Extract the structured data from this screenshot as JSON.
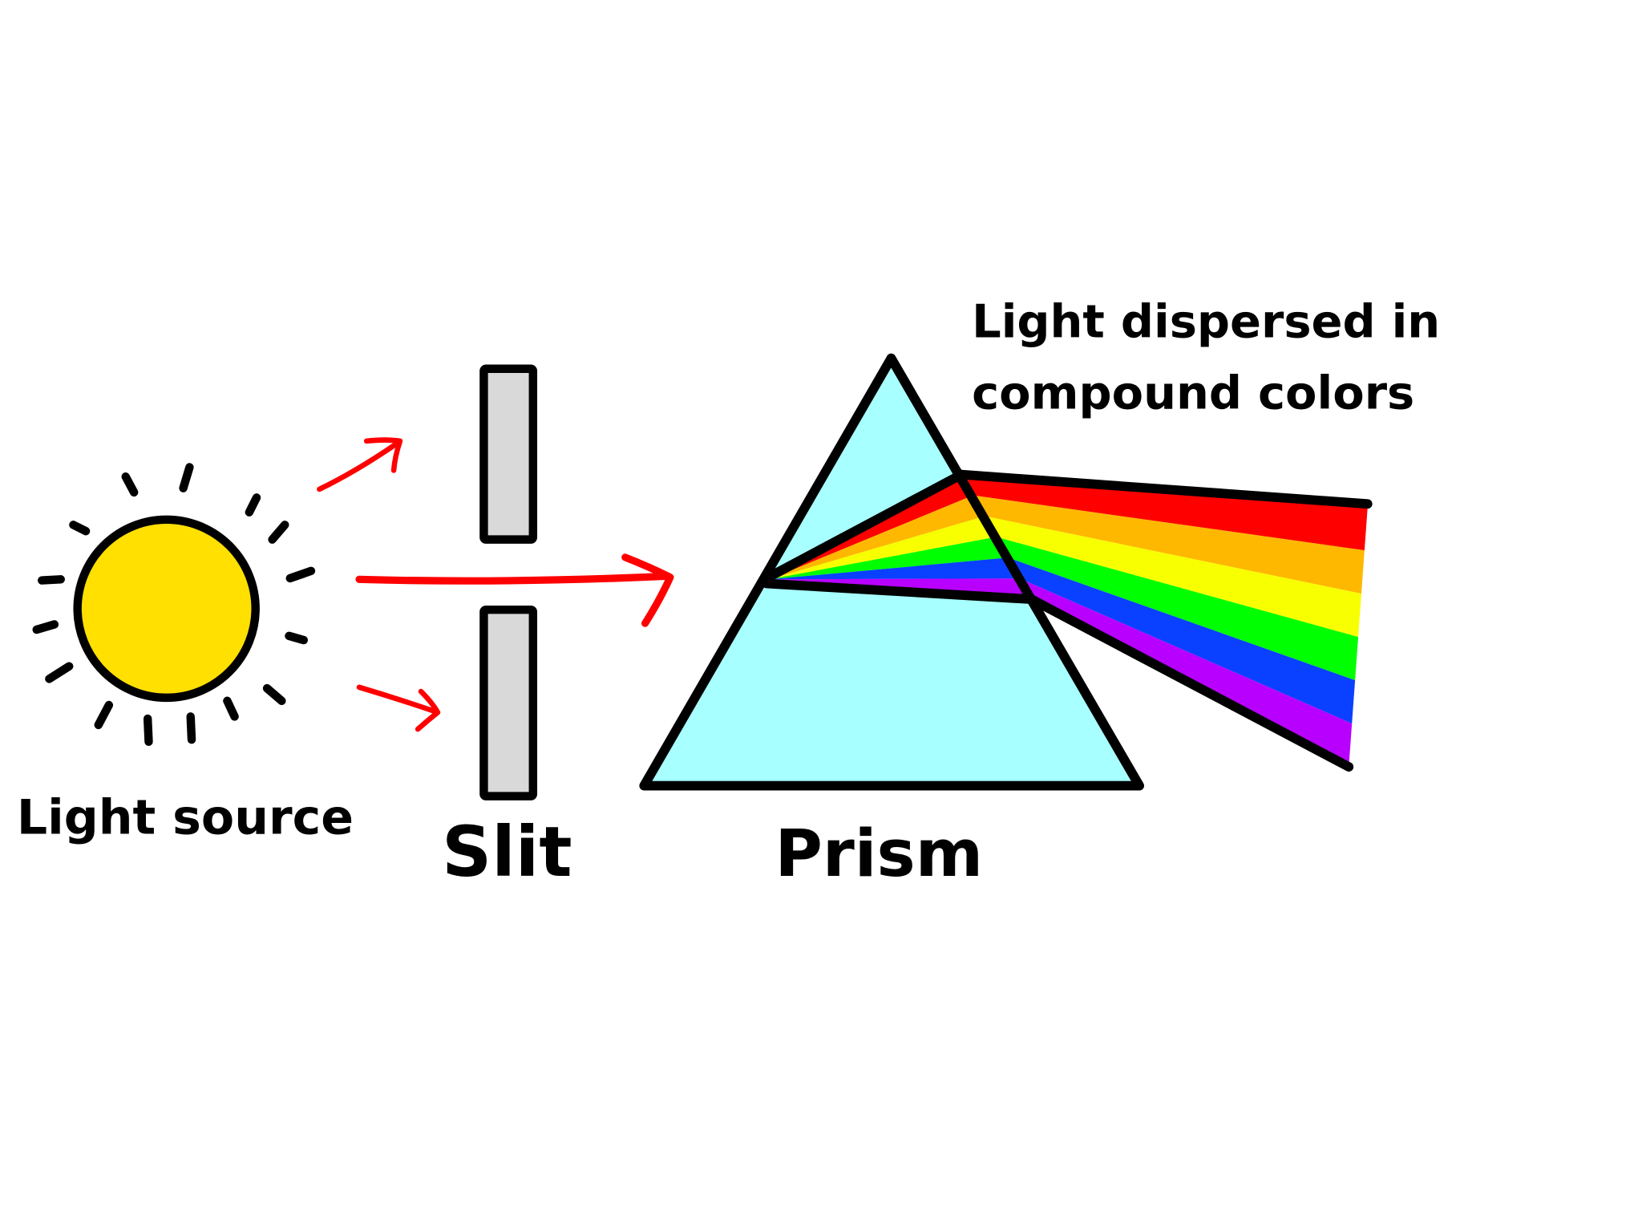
{
  "labels": {
    "light_source": "Light source",
    "slit": "Slit",
    "prism": "Prism",
    "dispersed_line1": "Light dispersed in",
    "dispersed_line2": "compound colors"
  },
  "colors": {
    "sun": "#FFE000",
    "prism": "#A8FFFF",
    "slit": "#D9D9D9",
    "ray": "#FF0000",
    "spectrum": [
      "#FF0000",
      "#FFB800",
      "#F8FF00",
      "#00FF00",
      "#0A40FF",
      "#B800FF"
    ]
  }
}
